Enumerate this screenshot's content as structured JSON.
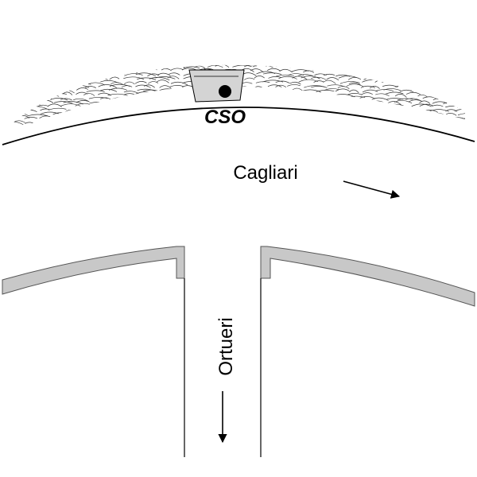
{
  "station": {
    "code": "CSO"
  },
  "directions": {
    "main": {
      "label": "Cagliari"
    },
    "branch": {
      "label": "Ortueri"
    }
  },
  "colors": {
    "line": "#000000",
    "platform": "#c8c8c8",
    "platform_edge": "#555555",
    "hatch": "#333333",
    "background": "#ffffff"
  }
}
